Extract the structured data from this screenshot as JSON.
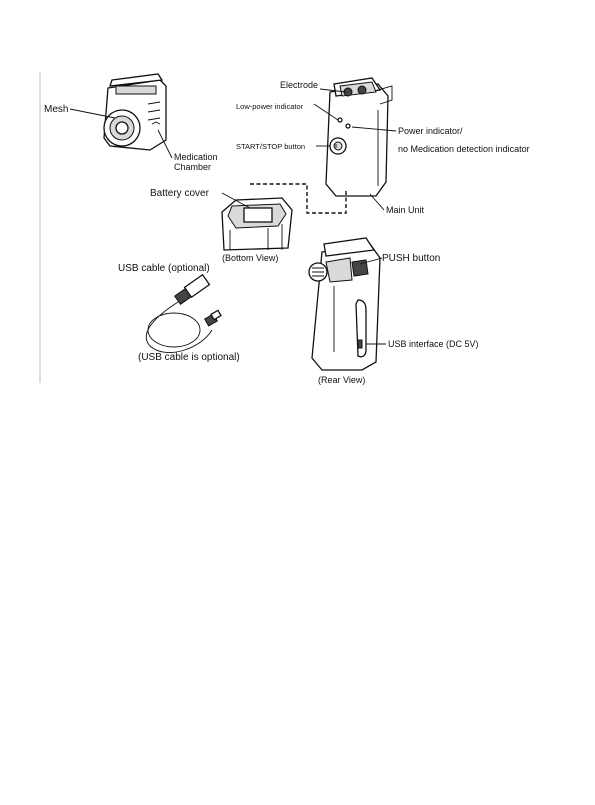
{
  "labels": {
    "mesh": "Mesh",
    "medication_chamber_line1": "Medication",
    "medication_chamber_line2": "Chamber",
    "electrode": "Electrode",
    "low_power_indicator": "Low-power indicator",
    "power_indicator_line1": "Power indicator/",
    "power_indicator_line2": "no Medication detection indicator",
    "start_stop_button": "START/STOP button",
    "battery_cover": "Battery cover",
    "main_unit": "Main Unit",
    "usb_cable_optional": "USB cable (optional)",
    "bottom_view": "(Bottom View)",
    "push_button": "PUSH button",
    "usb_cable_is_optional": "(USB cable is optional)",
    "usb_interface": "USB interface (DC 5V)",
    "rear_view": "(Rear View)"
  }
}
